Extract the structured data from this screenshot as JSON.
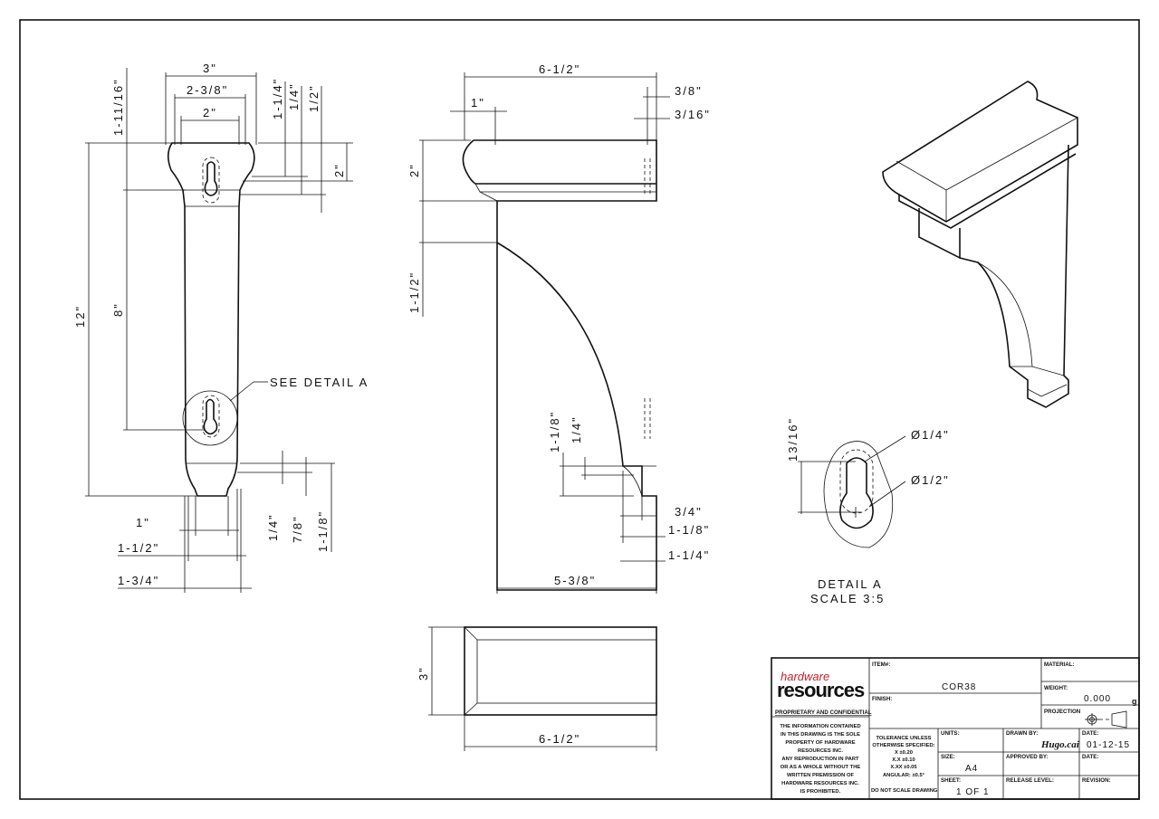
{
  "front": {
    "d_width_top": "3\"",
    "d_width_mid": "2-3/8\"",
    "d_width_inner": "2\"",
    "d_top_1_11_16": "1-11/16\"",
    "d_top_1_1_4": "1-1/4\"",
    "d_top_1_4": "1/4\"",
    "d_top_1_2": "1/2\"",
    "d_top_2": "2\"",
    "d_height_12": "12\"",
    "d_slot_8": "8\"",
    "see_detail": "SEE DETAIL A",
    "d_bot_1": "1\"",
    "d_bot_1_1_2": "1-1/2\"",
    "d_bot_1_3_4": "1-3/4\"",
    "d_bot_1_4": "1/4\"",
    "d_bot_7_8": "7/8\"",
    "d_bot_1_1_8": "1-1/8\""
  },
  "side": {
    "d_length": "6-1/2\"",
    "d_1": "1\"",
    "d_3_8": "3/8\"",
    "d_3_16": "3/16\"",
    "d_2": "2\"",
    "d_1_1_2": "1-1/2\"",
    "d_1_1_8_left": "1-1/8\"",
    "d_1_4_left": "1/4\"",
    "d_3_4": "3/4\"",
    "d_1_1_8_right": "1-1/8\"",
    "d_1_1_4_right": "1-1/4\"",
    "d_bottom": "5-3/8\""
  },
  "top": {
    "d_3": "3\"",
    "d_length": "6-1/2\""
  },
  "detail": {
    "d_13_16": "13/16\"",
    "d_dia_small": "Ø1/4\"",
    "d_dia_large": "Ø1/2\"",
    "title": "DETAIL A",
    "scale": "SCALE 3:5"
  },
  "title_block": {
    "logo_top": "hardware",
    "logo_bottom": "resources",
    "brand_color": "#c8202e",
    "proprietary": "PROPRIETARY AND CONFIDENTIAL",
    "note": [
      "THE INFORMATION CONTAINED",
      "IN THIS DRAWING IS THE SOLE",
      "PROPERTY OF HARDWARE",
      "RESOURCES INC.",
      "ANY REPRODUCTION IN PART",
      "OR AS A WHOLE WITHOUT THE",
      "WRITTEN PREMISSION OF",
      "HARDWARE RESOURCES INC.",
      "IS PROHIBITED."
    ],
    "item_label": "ITEM#:",
    "item_value": "COR38",
    "finish_label": "FINISH:",
    "material_label": "MATERIAL:",
    "weight_label": "WEIGHT:",
    "weight_value": "0.000",
    "weight_unit": "g",
    "projection_label": "PROJECTION",
    "tolerance": [
      "TOLERANCE UNLESS",
      "OTHERWISE SPECIFIED:",
      "X   ±0.20",
      "X.X  ±0.10",
      "X.XX  ±0.05",
      "ANGULAR: ±0.5°"
    ],
    "do_not_scale": "DO NOT SCALE DRAWING",
    "units_label": "UNITS:",
    "size_label": "SIZE:",
    "size_value": "A4",
    "sheet_label": "SHEET:",
    "sheet_value": "1 OF 1",
    "drawn_by_label": "DRAWN BY:",
    "drawn_by_value": "Hugo.cai",
    "approved_by_label": "APPROVED BY:",
    "release_label": "RELEASE LEVEL:",
    "date_label": "DATE:",
    "date_value": "01-12-15",
    "date2_label": "DATE:",
    "revision_label": "REVISION:"
  }
}
